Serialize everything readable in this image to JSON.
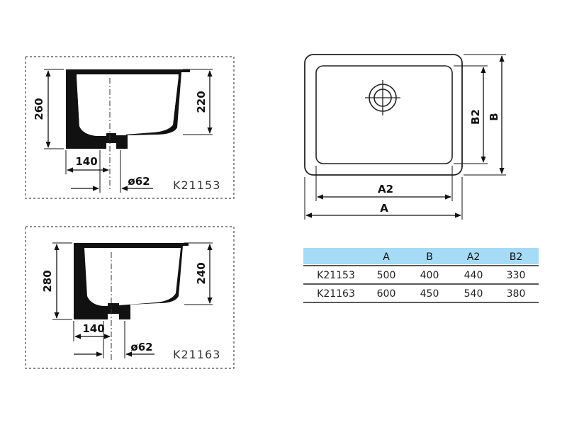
{
  "views": [
    {
      "model": "K21153",
      "height_total": "260",
      "height_inner": "220",
      "drain_offset": "140",
      "drain_dia": "ø62"
    },
    {
      "model": "K21163",
      "height_total": "280",
      "height_inner": "240",
      "drain_offset": "140",
      "drain_dia": "ø62"
    }
  ],
  "plan": {
    "label_A2": "A2",
    "label_A": "A",
    "label_B2": "B2",
    "label_B": "B"
  },
  "table": {
    "headers": [
      "",
      "A",
      "B",
      "A2",
      "B2"
    ],
    "rows": [
      [
        "K21153",
        "500",
        "400",
        "440",
        "330"
      ],
      [
        "K21163",
        "600",
        "450",
        "540",
        "380"
      ]
    ],
    "header_color": "#a6dbf5"
  }
}
